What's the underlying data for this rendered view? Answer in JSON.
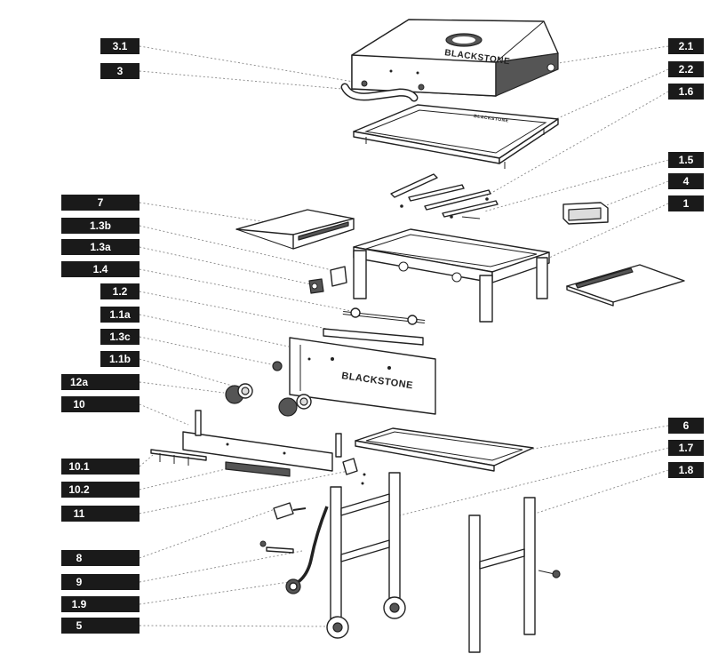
{
  "brand": "BLACKSTONE",
  "labels_left": [
    "3.1",
    "3",
    "7",
    "1.3b",
    "1.3a",
    "1.4",
    "1.2",
    "1.1a",
    "1.3c",
    "1.1b",
    "12a",
    "10",
    "10.1",
    "10.2",
    "11",
    "8",
    "9",
    "1.9",
    "5"
  ],
  "labels_right": [
    "2.1",
    "2.2",
    "1.6",
    "1.5",
    "4",
    "1",
    "6",
    "1.7",
    "1.8"
  ],
  "colors": {
    "label_bg": "#1a1a1a",
    "label_text": "#ffffff",
    "line": "#222222",
    "leader": "#888888"
  }
}
